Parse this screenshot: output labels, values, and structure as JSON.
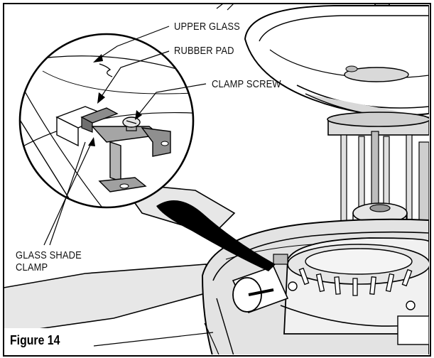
{
  "labels": {
    "upper_glass": "UPPER GLASS",
    "rubber_pad": "RUBBER PAD",
    "clamp_screw": "CLAMP SCREW",
    "glass_shade_clamp_line1": "GLASS SHADE",
    "glass_shade_clamp_line2": "CLAMP"
  },
  "figure_caption": "Figure 14"
}
